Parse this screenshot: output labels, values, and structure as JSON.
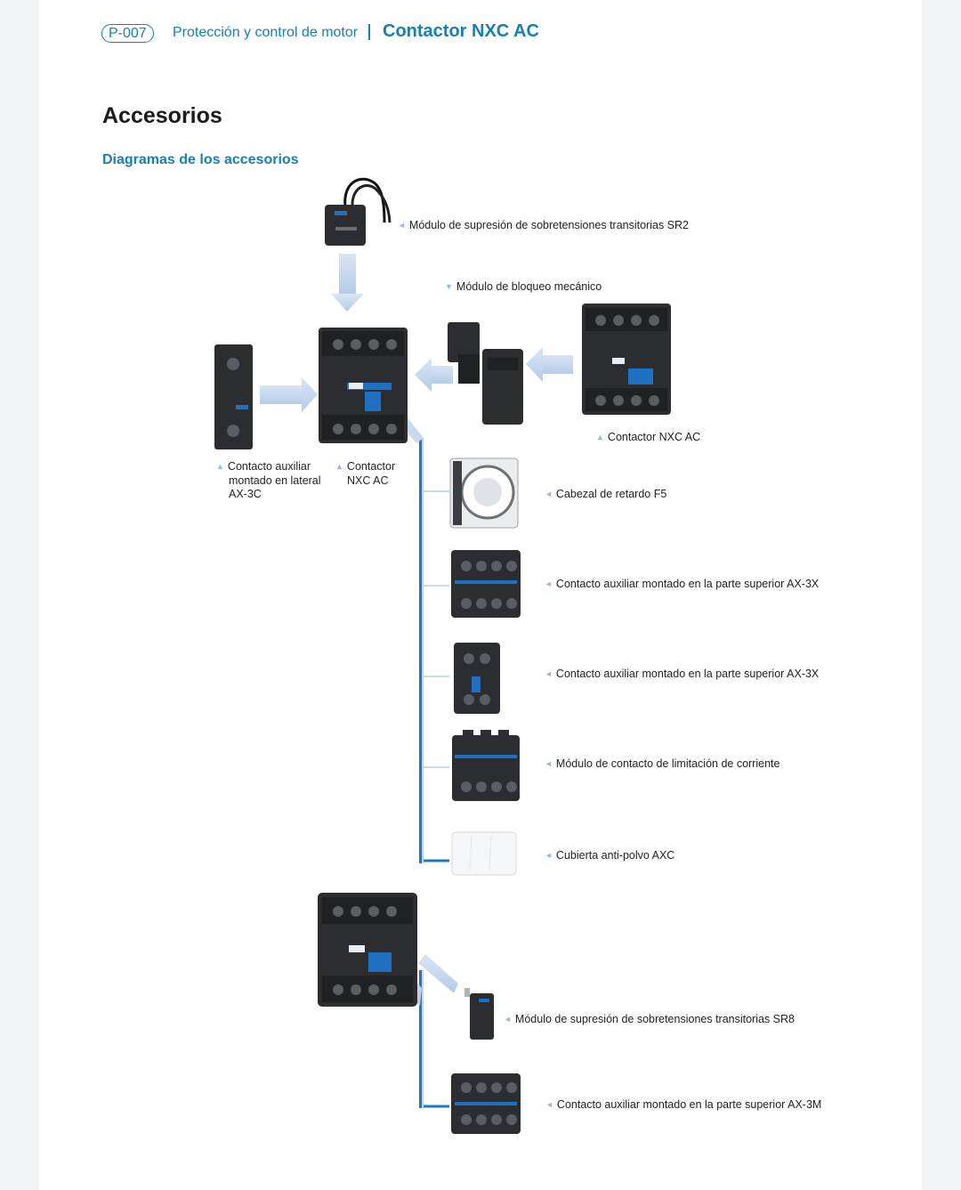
{
  "header": {
    "code": "P-007",
    "section": "Protección y control de motor",
    "product": "Contactor NXC AC"
  },
  "page_title": "Accesorios",
  "subtitle": "Diagramas de los accesorios",
  "labels": {
    "sr2": "Módulo de supresión de sobretensiones transitorias SR2",
    "bloqueo": "Módulo de bloqueo mecánico",
    "contactor_right": "Contactor NXC AC",
    "aux_lateral": [
      "Contacto auxiliar",
      "montado en lateral",
      "AX-3C"
    ],
    "contactor_main": [
      "Contactor",
      "NXC AC"
    ],
    "f5": "Cabezal de retardo F5",
    "ax3x_a": "Contacto auxiliar montado en la parte superior AX-3X",
    "ax3x_b": "Contacto auxiliar montado en la parte superior AX-3X",
    "limitacion": "Módulo de contacto de limitación de corriente",
    "cubierta": "Cubierta anti-polvo AXC",
    "sr8": "Módulo de supresión de sobretensiones transitorias SR8",
    "ax3m": "Contacto auxiliar montado en la parte superior AX-3M"
  },
  "colors": {
    "accent": "#1580b6",
    "arrow": "#c4d6ee",
    "device_body": "#2b2d30",
    "device_blue": "#1f6fc2"
  }
}
